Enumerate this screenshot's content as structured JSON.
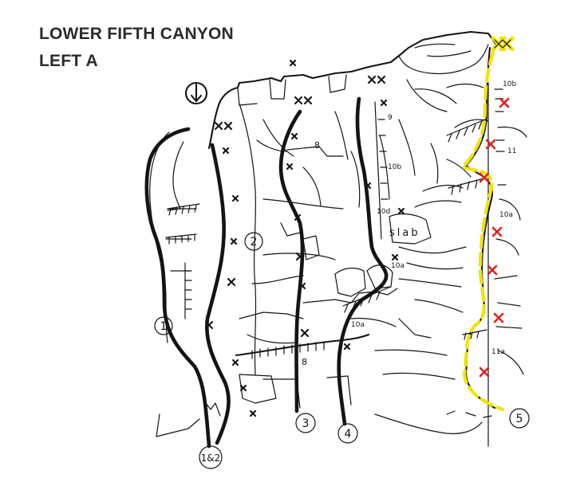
{
  "title": {
    "line1": "LOWER FIFTH CANYON",
    "line2": "LEFT A"
  },
  "colors": {
    "ink": "#141414",
    "bolt": "#e02020",
    "route_highlight": "#f2e400"
  },
  "route_numbers": [
    "1",
    "2",
    "3",
    "4",
    "5",
    "1&2"
  ],
  "grades": [
    "10b",
    "11",
    "10a",
    "11a",
    "9",
    "10b",
    "10d",
    "10a",
    "10a",
    "8",
    "8"
  ],
  "feature_labels": [
    "slab"
  ],
  "icons": [
    "downward-arrow-icon"
  ],
  "highlighted_route": "5",
  "bolt_count": 7
}
